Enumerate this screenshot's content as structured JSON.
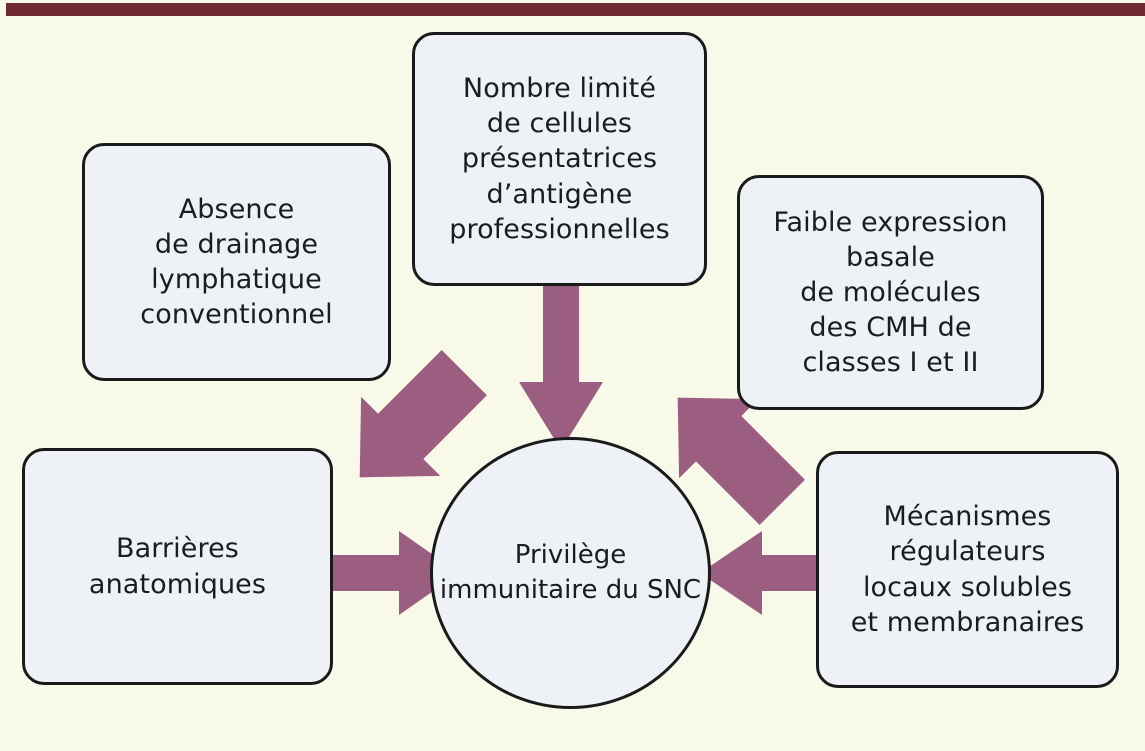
{
  "figure": {
    "title": "Privilège immunitaire du SNC",
    "background_color": "#f8f9e9",
    "rule_color": "#6e2a31",
    "node_fill": "#eef2f6",
    "node_border": "#1a1a1a",
    "arrow_color": "#9c5e80"
  },
  "nodes": {
    "center": {
      "id": "privilege-immunitaire-du-snc",
      "shape": "circle",
      "lines": [
        "Privilège",
        "immunitaire",
        "du SNC"
      ]
    },
    "absence": {
      "id": "absence-de-drainage-lymphatique-conventionnel",
      "shape": "rounded-rect",
      "lines": [
        "Absence",
        "de drainage",
        "lymphatique",
        "conventionnel"
      ]
    },
    "apc": {
      "id": "nombre-limite-de-cellules-presentatrices-antigene",
      "shape": "rounded-rect",
      "lines": [
        "Nombre limité",
        "de cellules",
        "présentatrices",
        "d’antigène",
        "professionnelles"
      ]
    },
    "cmh": {
      "id": "faible-expression-basale-molecules-cmh",
      "shape": "rounded-rect",
      "lines": [
        "Faible expression",
        "basale",
        "de molécules",
        "des CMH de",
        "classes I et II"
      ]
    },
    "barrieres": {
      "id": "barrieres-anatomiques",
      "shape": "rounded-rect",
      "lines": [
        "Barrières",
        "anatomiques"
      ]
    },
    "mecanismes": {
      "id": "mecanismes-regulateurs-locaux-solubles-et-membranaires",
      "shape": "rounded-rect",
      "lines": [
        "Mécanismes",
        "régulateurs",
        "locaux solubles",
        "et membranaires"
      ]
    }
  },
  "arrows": [
    {
      "name": "arrow-absence-to-center",
      "from": "absence",
      "to": "center",
      "direction": "down-right"
    },
    {
      "name": "arrow-apc-to-center",
      "from": "apc",
      "to": "center",
      "direction": "down"
    },
    {
      "name": "arrow-cmh-to-center",
      "from": "cmh",
      "to": "center",
      "direction": "down-left"
    },
    {
      "name": "arrow-barrieres-to-center",
      "from": "barrieres",
      "to": "center",
      "direction": "right"
    },
    {
      "name": "arrow-mecanismes-to-center",
      "from": "mecanismes",
      "to": "center",
      "direction": "left"
    }
  ]
}
